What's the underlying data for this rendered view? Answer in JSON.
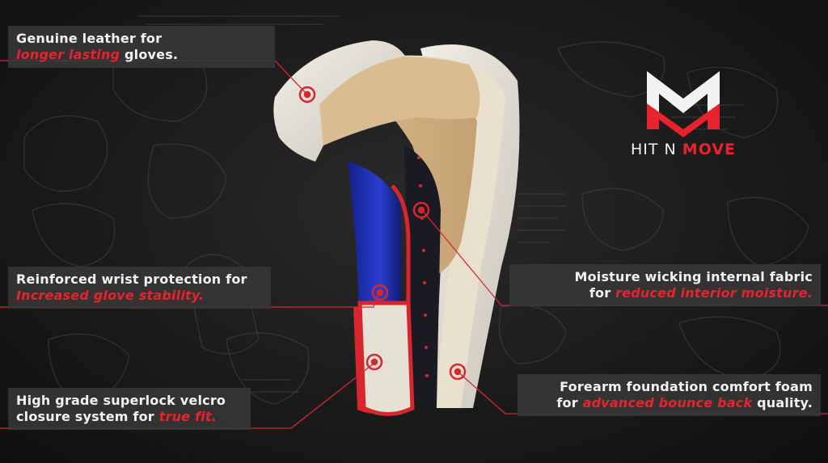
{
  "brand": {
    "word1": "HIT N ",
    "word2": "MOVE",
    "colors": {
      "accent": "#e8232e",
      "white": "#f2f2f2"
    }
  },
  "callouts": [
    {
      "id": "leather",
      "line1_pre": "Genuine leather for",
      "line2_hl": "longer lasting",
      "line2_post": " gloves."
    },
    {
      "id": "wrist",
      "line1_pre": "Reinforced wrist protection for",
      "line2_hl": "Increased glove stability.",
      "line2_post": ""
    },
    {
      "id": "velcro",
      "line1_pre": "High grade superlock velcro",
      "line2_pre": "closure system for ",
      "line2_hl": "true fit.",
      "line2_post": ""
    },
    {
      "id": "fabric",
      "line1_pre": "Moisture wicking internal fabric",
      "line2_pre": "for ",
      "line2_hl": "reduced interior moisture.",
      "line2_post": ""
    },
    {
      "id": "foam",
      "line1_pre": "Forearm foundation comfort foam",
      "line2_pre": "for ",
      "line2_hl": "advanced bounce back",
      "line2_post": " quality."
    }
  ],
  "icons": [
    "target-marker-icon",
    "hit-n-move-logo-icon"
  ]
}
